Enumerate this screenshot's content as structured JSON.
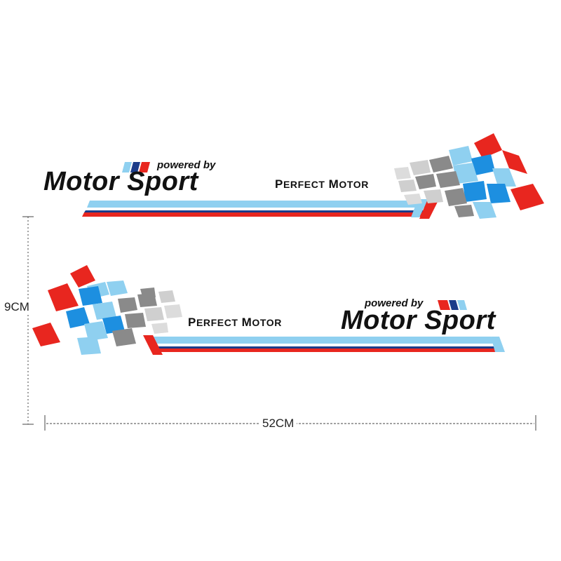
{
  "colors": {
    "red": "#e8261f",
    "light_blue": "#8fd0f0",
    "blue": "#1d8fe0",
    "dark_blue": "#1b3c8a",
    "gray": "#8a8a8a",
    "light_gray": "#cfcfcf",
    "text": "#111111",
    "dimension": "#444444"
  },
  "sticker_top": {
    "tagline": "powered by",
    "brand": "Motor Sport",
    "perfect_motor": {
      "first_initial": "P",
      "first_rest": "ERFECT",
      "second_initial": "M",
      "second_rest": "OTOR"
    }
  },
  "sticker_bottom": {
    "tagline": "powered by",
    "brand": "Motor Sport",
    "perfect_motor": {
      "first_initial": "P",
      "first_rest": "ERFECT",
      "second_initial": "M",
      "second_rest": "OTOR"
    }
  },
  "dimensions": {
    "height_label": "9CM",
    "width_label": "52CM"
  }
}
